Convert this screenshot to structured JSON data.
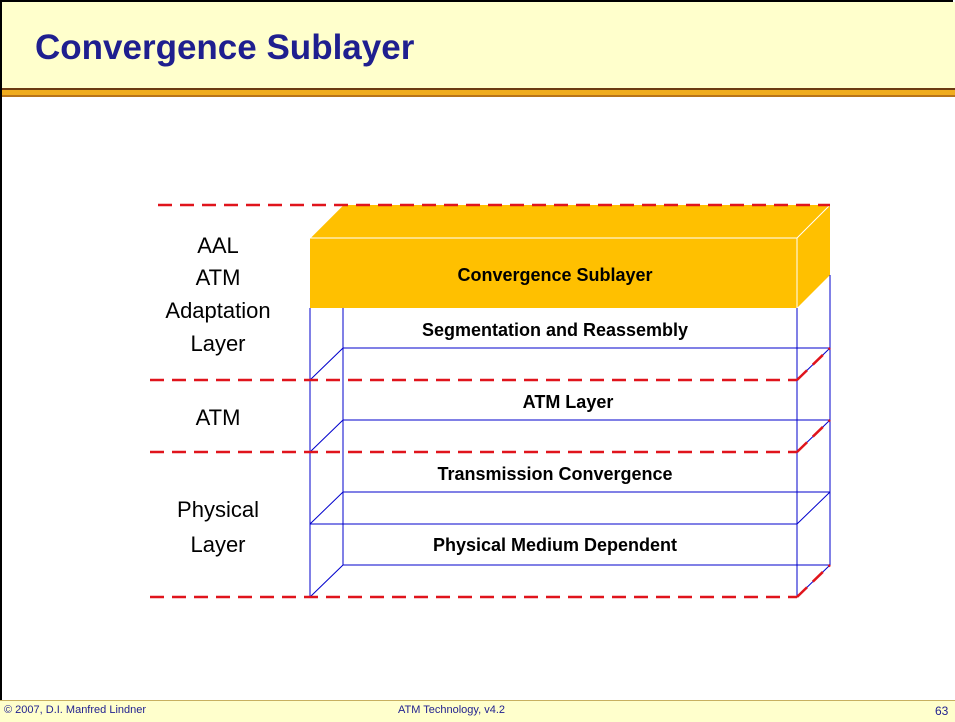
{
  "title": "Convergence Sublayer",
  "footer": {
    "copyright": "© 2007, D.I. Manfred Lindner",
    "center": "ATM Technology, v4.2",
    "page": "63"
  },
  "left_labels": {
    "aal": [
      "AAL",
      "ATM",
      "Adaptation",
      "Layer"
    ],
    "atm": [
      "ATM"
    ],
    "physical": [
      "Physical",
      "Layer"
    ]
  },
  "stack": {
    "convergence_sublayer": "Convergence Sublayer",
    "sar": "Segmentation and Reassembly",
    "atm_layer": "ATM Layer",
    "tc": "Transmission Convergence",
    "pmd": "Physical Medium Dependent"
  },
  "colors": {
    "highlight": "#FFC000",
    "box_edge": "#0000CC",
    "divider": "#E0141C",
    "title_text": "#1F1F8F",
    "title_bg": "#FFFFCC",
    "title_rule": "#F0AC1E"
  }
}
